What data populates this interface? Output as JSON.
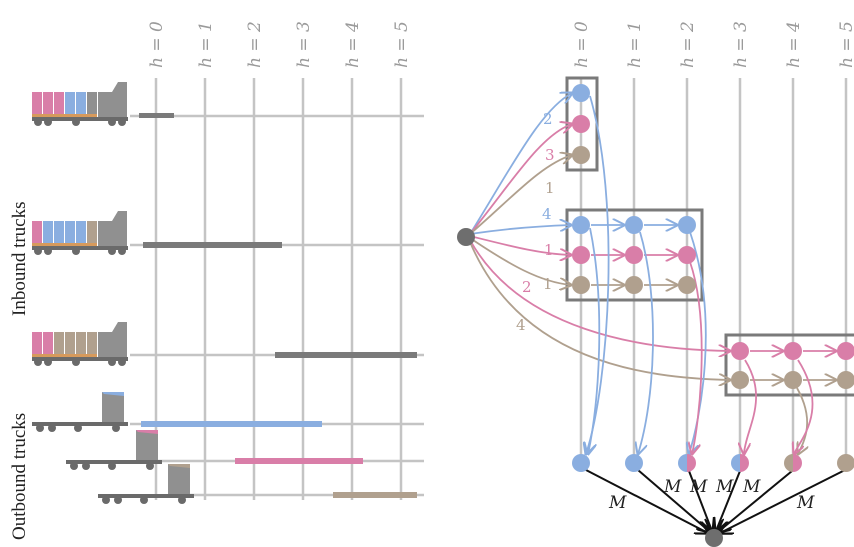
{
  "colors": {
    "blue": "#8aaee0",
    "pink": "#d97ea8",
    "tan": "#b0a08e",
    "grid": "#c4c4c4",
    "box": "#7a7a7a",
    "source_node": "#6e6e6e",
    "sink_node": "#6e6e6e",
    "arrow_black": "#111111",
    "truck": "#909090",
    "truck_dark": "#6a6a6a",
    "cargo_orange": "#d79a5c"
  },
  "left_panel": {
    "h_labels": [
      "h = 0",
      "h = 1",
      "h = 2",
      "h = 3",
      "h = 4",
      "h = 5"
    ],
    "inbound_label": "Inbound trucks",
    "outbound_label": "Outbound trucks",
    "inbound_trucks": [
      {
        "name": "inbound-truck-1",
        "cargo": [
          "pink",
          "pink",
          "pink",
          "blue",
          "blue"
        ],
        "bar_start_h": -0.35,
        "bar_end_h": 0.35
      },
      {
        "name": "inbound-truck-2",
        "cargo": [
          "pink",
          "blue",
          "blue",
          "blue",
          "blue",
          "tan"
        ],
        "bar_start_h": -0.25,
        "bar_end_h": 2.6
      },
      {
        "name": "inbound-truck-3",
        "cargo": [
          "pink",
          "pink",
          "tan",
          "tan",
          "tan",
          "tan"
        ],
        "bar_start_h": 2.45,
        "bar_end_h": 5.3
      }
    ],
    "outbound_trucks": [
      {
        "name": "outbound-truck-blue",
        "color": "blue",
        "bar_start_h": -0.3,
        "bar_end_h": 3.35
      },
      {
        "name": "outbound-truck-pink",
        "color": "pink",
        "bar_start_h": 1.6,
        "bar_end_h": 4.15
      },
      {
        "name": "outbound-truck-tan",
        "color": "tan",
        "bar_start_h": 3.6,
        "bar_end_h": 5.3
      }
    ]
  },
  "right_panel": {
    "h_labels": [
      "h = 0",
      "h = 1",
      "h = 2",
      "h = 3",
      "h = 4",
      "h = 5"
    ],
    "edge_labels": [
      {
        "text": "2",
        "color": "blue"
      },
      {
        "text": "3",
        "color": "pink"
      },
      {
        "text": "1",
        "color": "tan"
      },
      {
        "text": "4",
        "color": "blue"
      },
      {
        "text": "1",
        "color": "pink"
      },
      {
        "text": "1",
        "color": "tan"
      },
      {
        "text": "2",
        "color": "pink"
      },
      {
        "text": "4",
        "color": "tan"
      }
    ],
    "sink_labels": [
      "M",
      "M",
      "M",
      "M",
      "M",
      "M"
    ]
  }
}
